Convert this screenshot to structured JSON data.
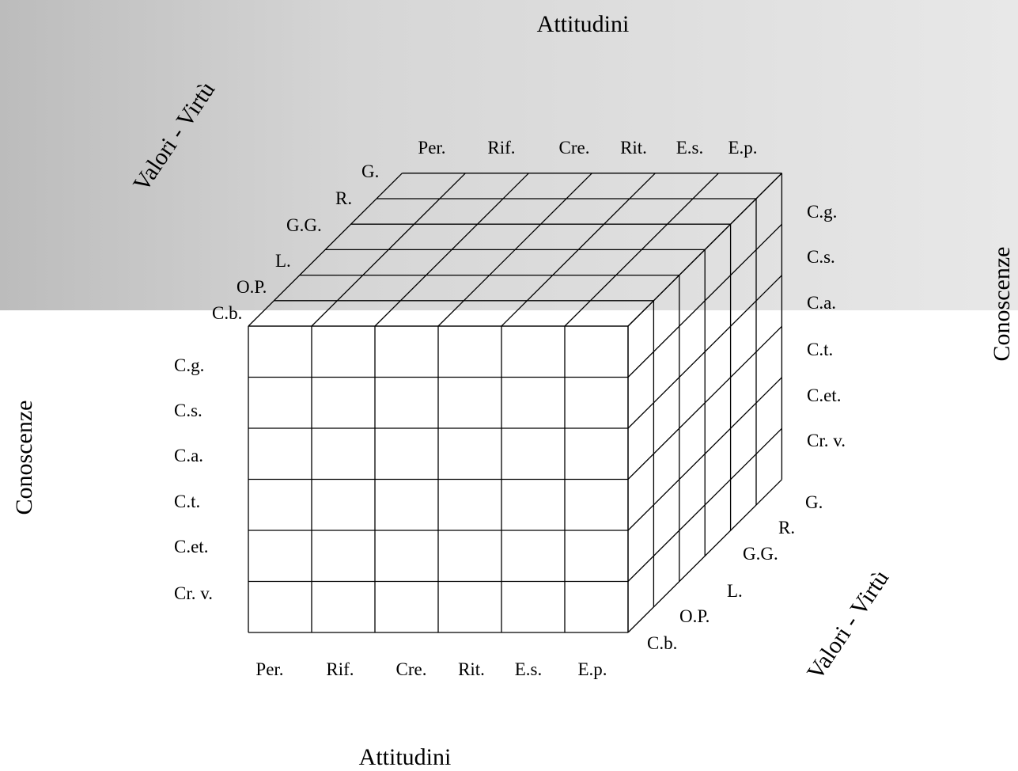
{
  "diagram": {
    "attitudini_label": "Attitudini",
    "conoscenze_label": "Conoscenze",
    "valori_label": "Valori - Virtù",
    "attitudini_items": [
      "Per.",
      "Rif.",
      "Cre.",
      "Rit.",
      "E.s.",
      "E.p."
    ],
    "conoscenze_items": [
      "C.g.",
      "C.s.",
      "C.a.",
      "C.t.",
      "C.et.",
      "Cr. v."
    ],
    "valori_items": [
      "C.b.",
      "O.P.",
      "L.",
      "G.G.",
      "R.",
      "G."
    ]
  }
}
